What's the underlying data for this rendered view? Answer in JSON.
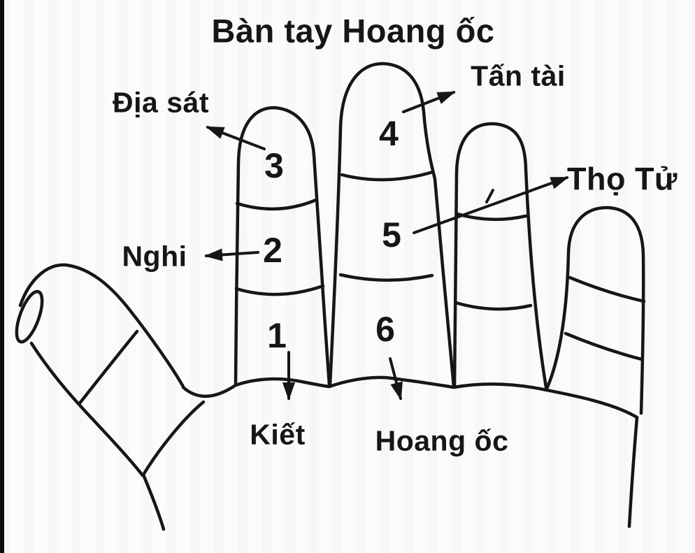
{
  "page": {
    "background_color": "#fbfbfb",
    "ink_color": "#161616",
    "left_edge_bar_color": "#0b0b0b"
  },
  "title": "Bàn tay Hoang ốc",
  "diagram": {
    "type": "hand-palmistry-diagram",
    "segments": {
      "s1": "1",
      "s2": "2",
      "s3": "3",
      "s4": "4",
      "s5": "5",
      "s6": "6"
    },
    "labels": {
      "dia_sat": "Địa sát",
      "tan_tai": "Tấn tài",
      "tho_tu": "Thọ Tử",
      "nghi": "Nghi",
      "kiet": "Kiết",
      "hoang_oc": "Hoang ốc"
    },
    "arrow_mappings": [
      {
        "label": "Địa sát",
        "segment": "3"
      },
      {
        "label": "Tấn tài",
        "segment": "4"
      },
      {
        "label": "Thọ Tử",
        "segment": "5"
      },
      {
        "label": "Nghi",
        "segment": "2"
      },
      {
        "label": "Kiết",
        "segment": "1"
      },
      {
        "label": "Hoang ốc",
        "segment": "6"
      }
    ]
  }
}
